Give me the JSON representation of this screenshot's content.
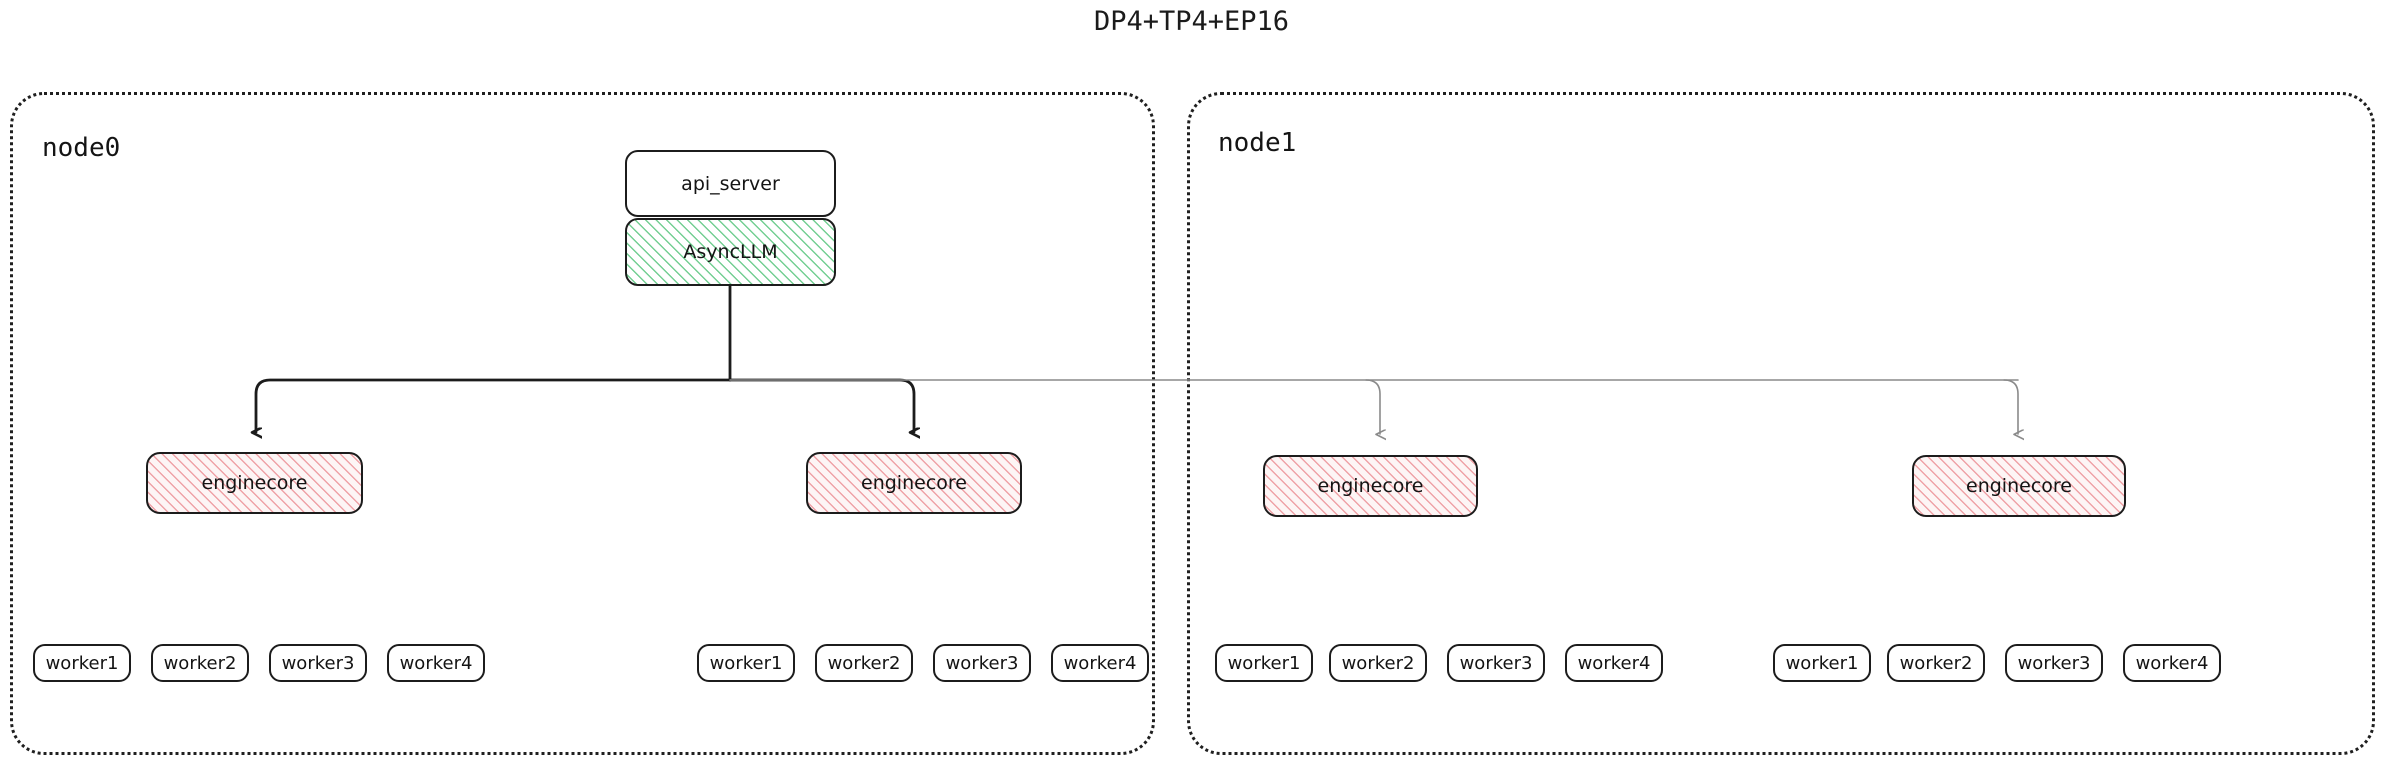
{
  "title": "DP4+TP4+EP16",
  "colors": {
    "background": "#ffffff",
    "stroke_dark": "#1c1c1c",
    "stroke_light": "#8a8a8a",
    "hatch_green": "#74cf93",
    "hatch_pink": "#efa2a7",
    "text": "#141414"
  },
  "nodes": [
    {
      "id": "node0",
      "label": "node0",
      "engines": [
        {
          "label": "enginecore",
          "workers": [
            {
              "label": "worker1"
            },
            {
              "label": "worker2"
            },
            {
              "label": "worker3"
            },
            {
              "label": "worker4"
            }
          ]
        },
        {
          "label": "enginecore",
          "workers": [
            {
              "label": "worker1"
            },
            {
              "label": "worker2"
            },
            {
              "label": "worker3"
            },
            {
              "label": "worker4"
            }
          ]
        }
      ]
    },
    {
      "id": "node1",
      "label": "node1",
      "engines": [
        {
          "label": "enginecore",
          "workers": [
            {
              "label": "worker1"
            },
            {
              "label": "worker2"
            },
            {
              "label": "worker3"
            },
            {
              "label": "worker4"
            }
          ]
        },
        {
          "label": "enginecore",
          "workers": [
            {
              "label": "worker1"
            },
            {
              "label": "worker2"
            },
            {
              "label": "worker3"
            },
            {
              "label": "worker4"
            }
          ]
        }
      ]
    }
  ],
  "frontend": {
    "api_server": "api_server",
    "async_llm": "AsyncLLM"
  }
}
